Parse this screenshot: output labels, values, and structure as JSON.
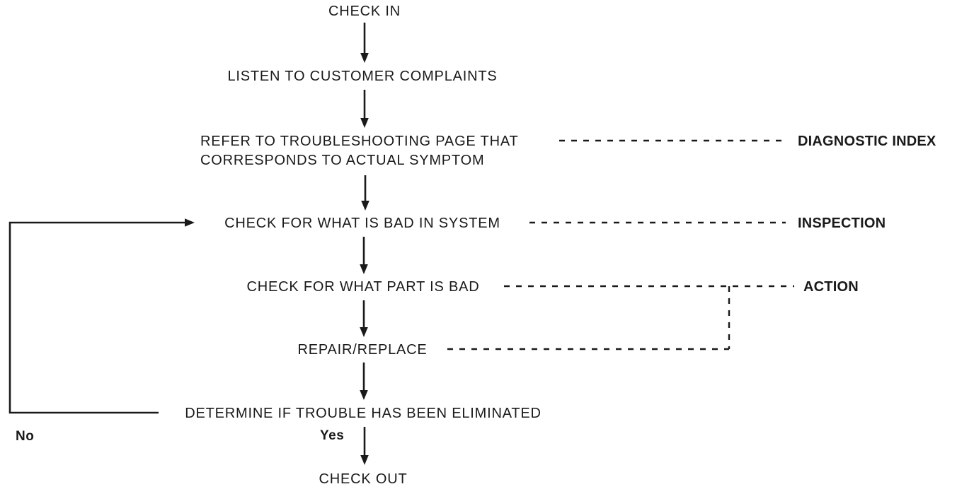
{
  "flowchart": {
    "nodes": {
      "check_in": "CHECK IN",
      "listen": "LISTEN TO CUSTOMER COMPLAINTS",
      "refer_line1": "REFER TO TROUBLESHOOTING PAGE THAT",
      "refer_line2": "CORRESPONDS TO ACTUAL SYMPTOM",
      "check_system": "CHECK FOR WHAT IS BAD IN SYSTEM",
      "check_part": "CHECK FOR WHAT PART IS BAD",
      "repair": "REPAIR/REPLACE",
      "determine": "DETERMINE IF TROUBLE HAS BEEN ELIMINATED",
      "check_out": "CHECK OUT"
    },
    "side_labels": {
      "diagnostic_index": "DIAGNOSTIC INDEX",
      "inspection": "INSPECTION",
      "action": "ACTION"
    },
    "branch_labels": {
      "no": "No",
      "yes": "Yes"
    },
    "colors": {
      "ink": "#1a1a1a",
      "background": "#ffffff"
    }
  }
}
